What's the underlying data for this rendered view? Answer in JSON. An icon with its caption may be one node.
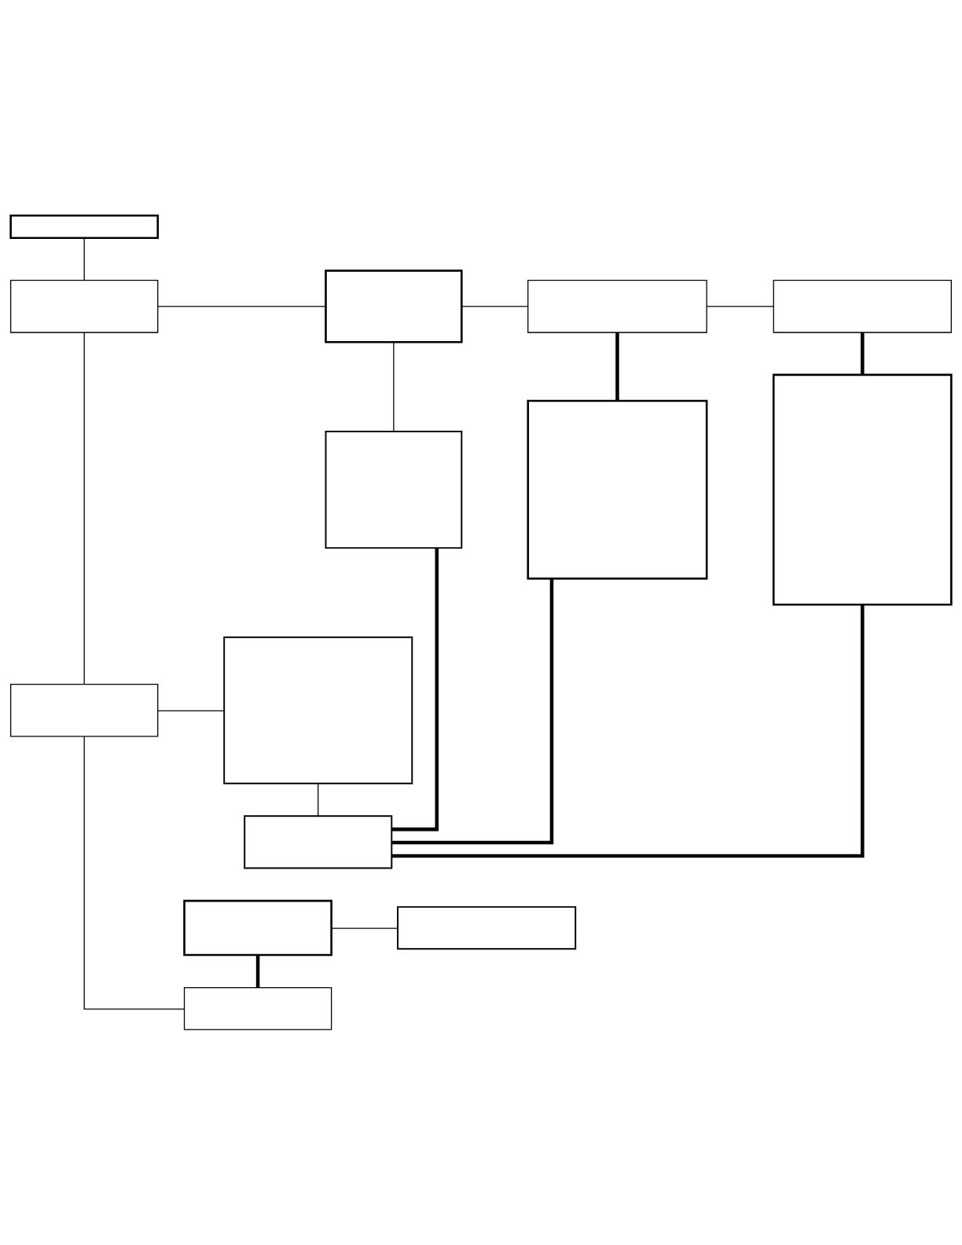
{
  "diagram": {
    "nodes": [
      {
        "text": [],
        "shape": "box"
      },
      {
        "text": [],
        "shape": "box"
      },
      {
        "text": [],
        "shape": "box"
      },
      {
        "text": [],
        "shape": "box"
      },
      {
        "text": [],
        "shape": "box"
      },
      {
        "text": [],
        "shape": "box"
      },
      {
        "text": [],
        "shape": "box"
      },
      {
        "text": [],
        "shape": "box"
      },
      {
        "text": [],
        "shape": "box"
      },
      {
        "text": [],
        "shape": "box"
      },
      {
        "text": [],
        "shape": "box"
      },
      {
        "text": [],
        "shape": "box"
      },
      {
        "text": [],
        "shape": "box"
      },
      {
        "text": [],
        "shape": "box"
      }
    ],
    "edges": [
      {
        "from": 0,
        "to": 1,
        "arrow": "none"
      },
      {
        "from": 1,
        "to": 2,
        "arrow": "none"
      },
      {
        "from": 2,
        "to": 3,
        "arrow": "none"
      },
      {
        "from": 3,
        "to": 4,
        "arrow": "none"
      },
      {
        "from": 2,
        "to": 5,
        "arrow": "none"
      },
      {
        "from": 3,
        "to": 6,
        "arrow": "none",
        "style": "thick"
      },
      {
        "from": 4,
        "to": 7,
        "arrow": "none",
        "style": "thick"
      },
      {
        "from": 1,
        "to": 8,
        "arrow": "none"
      },
      {
        "from": 8,
        "to": 9,
        "arrow": "none"
      },
      {
        "from": 9,
        "to": 10,
        "arrow": "none"
      },
      {
        "from": 5,
        "to": 10,
        "arrow": "none",
        "style": "thick"
      },
      {
        "from": 6,
        "to": 10,
        "arrow": "none",
        "style": "thick"
      },
      {
        "from": 7,
        "to": 10,
        "arrow": "none",
        "style": "thick"
      },
      {
        "from": 11,
        "to": 12,
        "arrow": "none"
      },
      {
        "from": 11,
        "to": 13,
        "arrow": "none",
        "style": "thick"
      },
      {
        "from": 8,
        "to": 13,
        "arrow": "none"
      }
    ]
  }
}
